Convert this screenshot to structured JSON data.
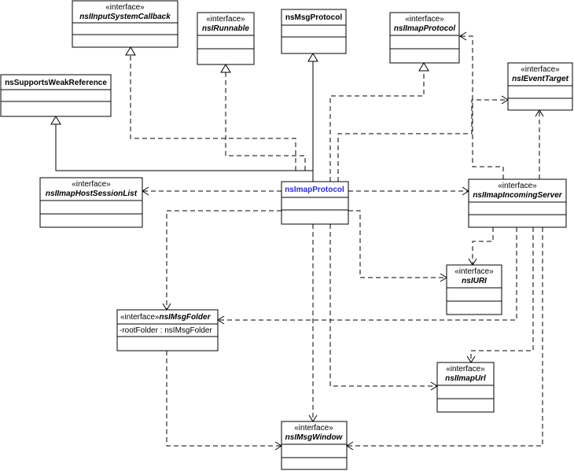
{
  "classes": {
    "nsIInputSystemCallback": {
      "stereotype": "«interface»",
      "name": "nsIInputSystemCallback"
    },
    "nsIRunnable": {
      "stereotype": "«interface»",
      "name": "nsIRunnable"
    },
    "nsMsgProtocol": {
      "name": "nsMsgProtocol"
    },
    "nsIImapProtocolIface": {
      "stereotype": "«interface»",
      "name": "nsIImapProtocol"
    },
    "nsSupportsWeakReference": {
      "name": "nsSupportsWeakReference"
    },
    "nsIEventTarget": {
      "stereotype": "«interface»",
      "name": "nsIEventTarget"
    },
    "nsIImapHostSessionList": {
      "stereotype": "«interface»",
      "name": "nsIImapHostSessionList"
    },
    "nsImapProtocol": {
      "name": "nsImapProtocol"
    },
    "nsIImapIncomingServer": {
      "stereotype": "«interface»",
      "name": "nsIImapIncomingServer"
    },
    "nsIURI": {
      "stereotype": "«interface»",
      "name": "nsIURI"
    },
    "nsIMsgFolder": {
      "stereotype": "«interface»",
      "name": "nsIMsgFolder",
      "attribute": "-rootFolder : nsIMsgFolder"
    },
    "nsIImapUrl": {
      "stereotype": "«interface»",
      "name": "nsIImapUrl"
    },
    "nsIMsgWindow": {
      "stereotype": "«interface»",
      "name": "nsIMsgWindow"
    }
  }
}
